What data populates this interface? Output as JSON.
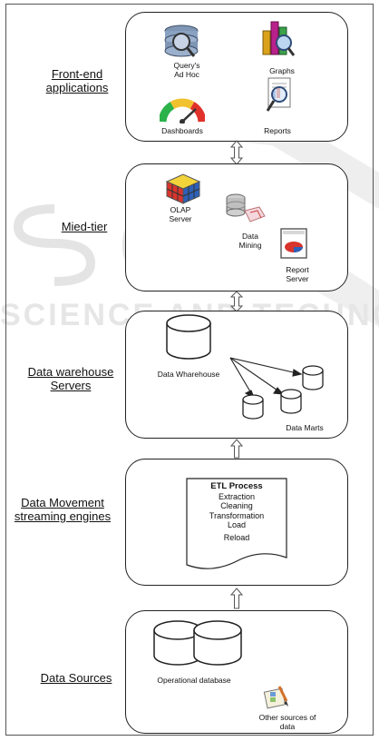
{
  "tiers": {
    "frontend": {
      "label_line1": "Front-end",
      "label_line2": "applications",
      "query_line1": "Query's",
      "query_line2": "Ad Hoc",
      "graphs": "Graphs",
      "dashboards": "Dashboards",
      "reports": "Reports"
    },
    "midtier": {
      "label": "Mied-tier",
      "olap_line1": "OLAP",
      "olap_line2": "Server",
      "mining_line1": "Data",
      "mining_line2": "Mining",
      "report_line1": "Report",
      "report_line2": "Server"
    },
    "warehouse": {
      "label_line1": "Data warehouse",
      "label_line2": "Servers",
      "dw": "Data Wharehouse",
      "marts": "Data Marts"
    },
    "movement": {
      "label_line1": "Data Movement",
      "label_line2": "streaming engines",
      "etl_title": "ETL Process",
      "etl_steps": [
        "Extraction",
        "Cleaning",
        "Transformation",
        "Load",
        "Reload"
      ]
    },
    "sources": {
      "label": "Data Sources",
      "operational": "Operational database",
      "other_line1": "Other sources of",
      "other_line2": "data"
    }
  },
  "watermark": {
    "line1": "SCITE",
    "line2": "SCIENCE AND TECHNOLOGY"
  }
}
